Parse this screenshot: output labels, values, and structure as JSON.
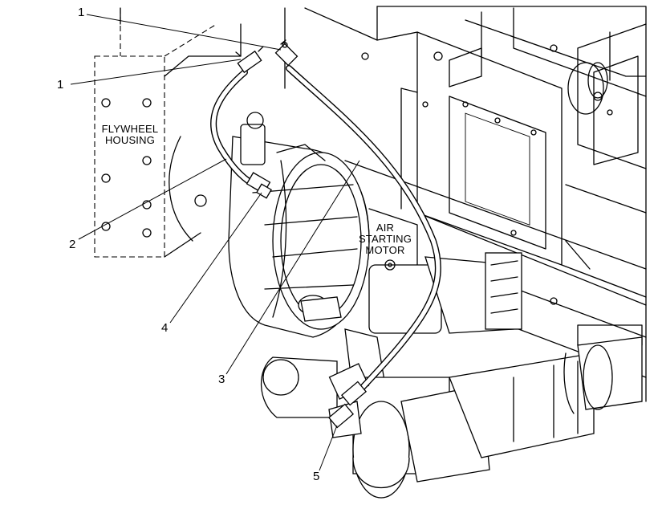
{
  "labels": {
    "flywheel_housing": [
      "FLYWHEEL",
      "HOUSING"
    ],
    "air_starting_motor": [
      "AIR",
      "STARTING",
      "MOTOR"
    ]
  },
  "callouts": [
    {
      "id": "1a",
      "text": "1"
    },
    {
      "id": "1b",
      "text": "1"
    },
    {
      "id": "2",
      "text": "2"
    },
    {
      "id": "4",
      "text": "4"
    },
    {
      "id": "3",
      "text": "3"
    },
    {
      "id": "5",
      "text": "5"
    }
  ]
}
